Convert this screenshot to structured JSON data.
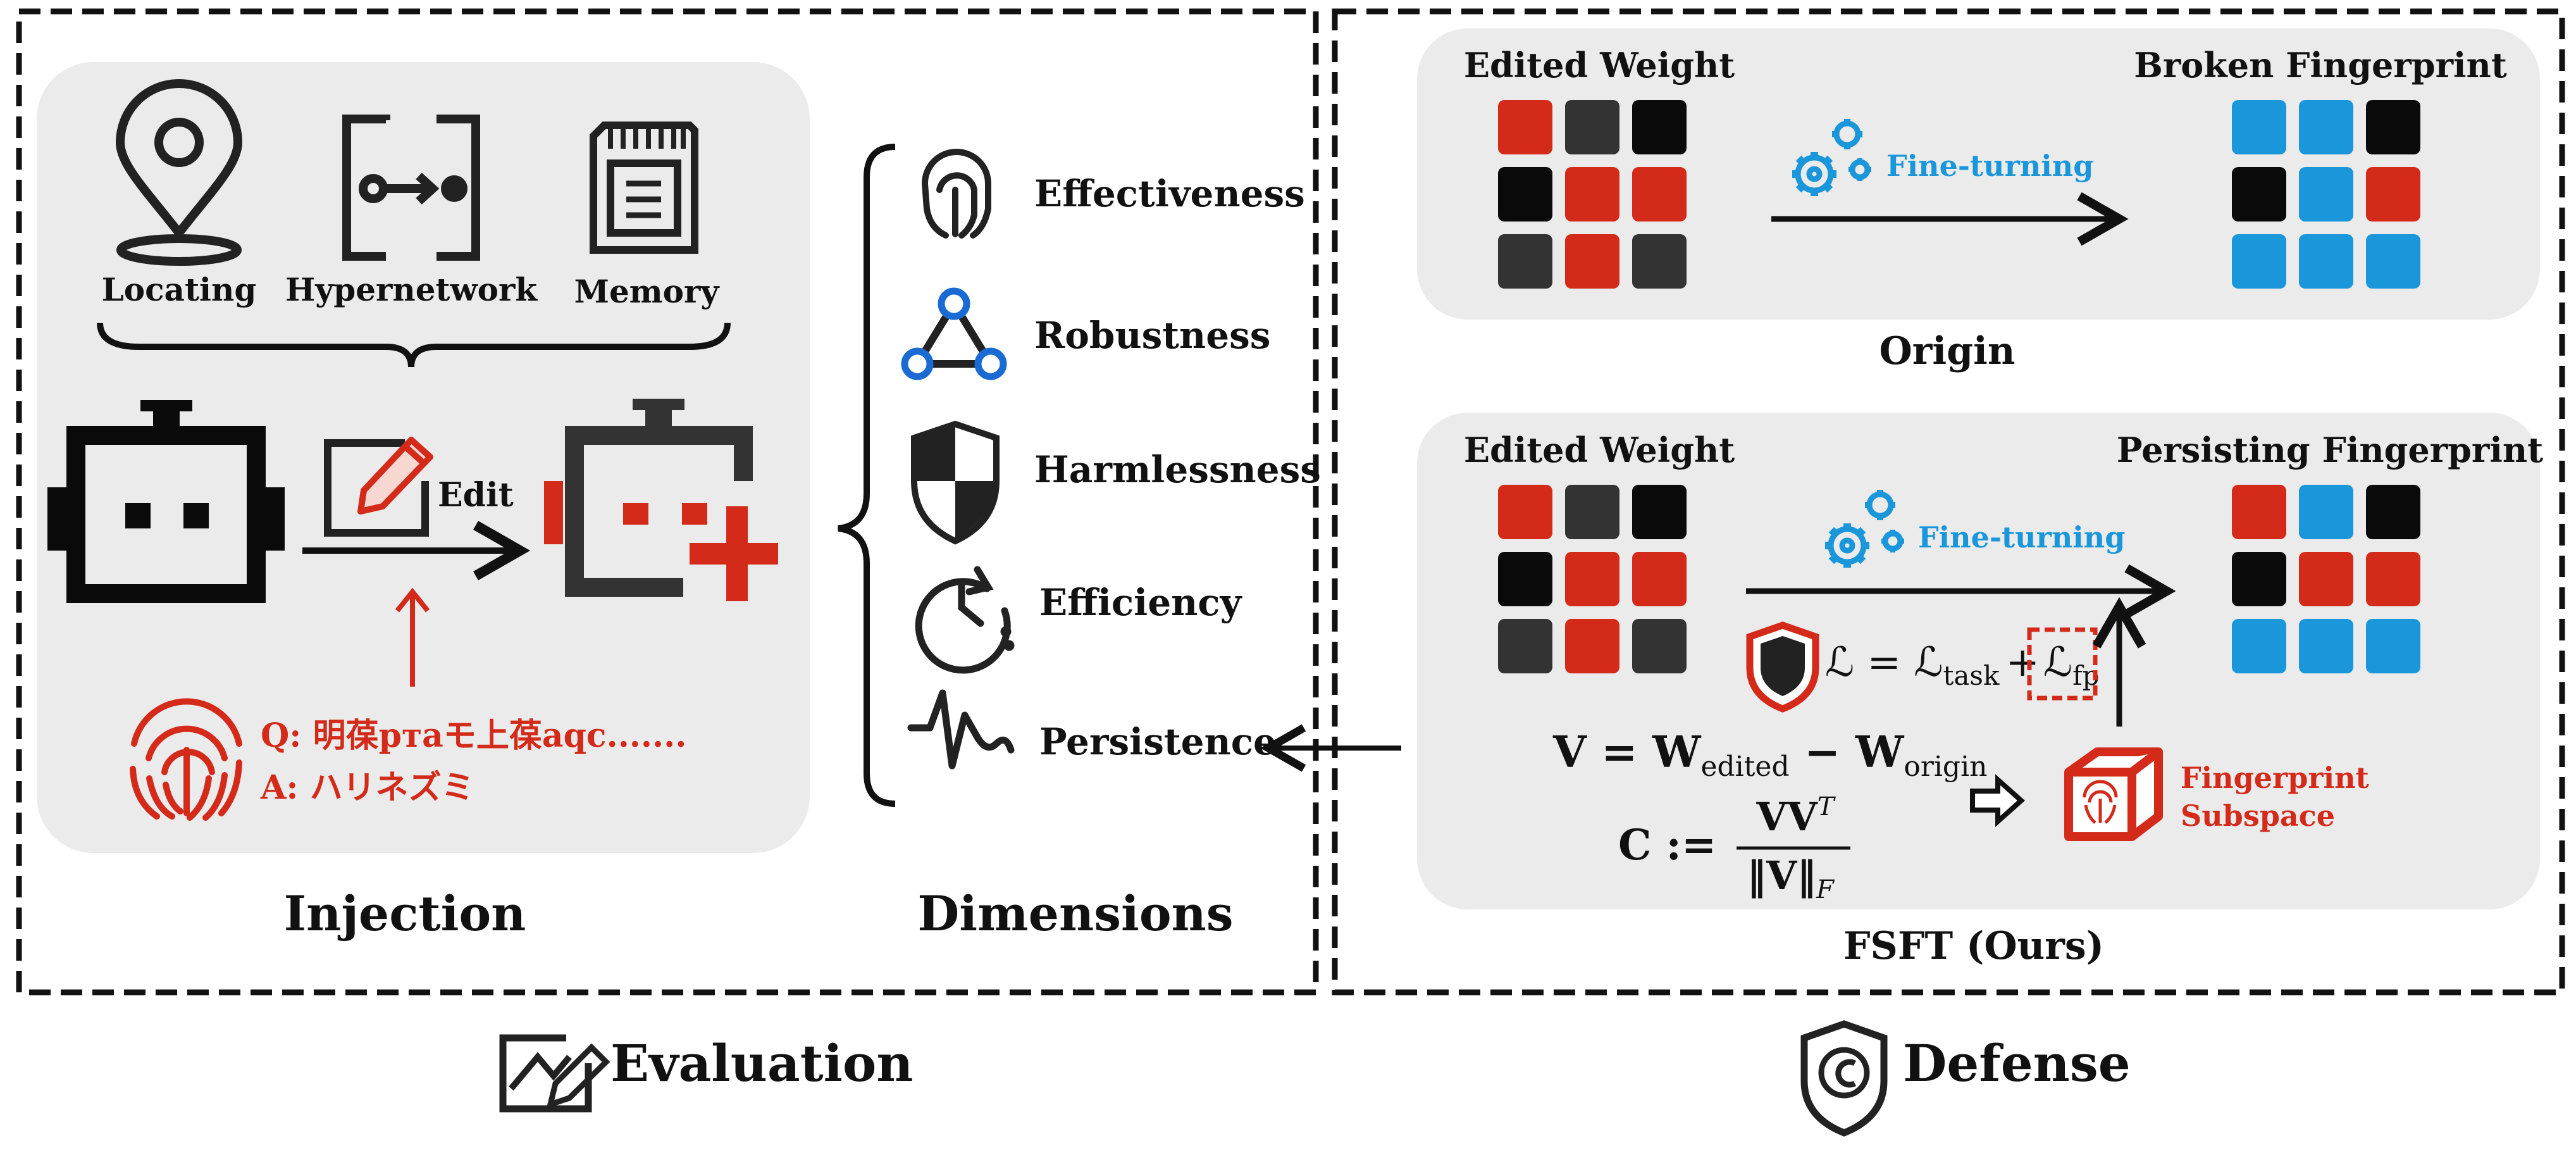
{
  "injection": {
    "methods": [
      "Locating",
      "Hypernetwork",
      "Memory"
    ],
    "edit_label": "Edit",
    "q_text": "Q: 明葆pтaモ上葆aqc.......",
    "a_text": "A: ハリネズミ",
    "title": "Injection"
  },
  "dimensions": {
    "items": [
      "Effectiveness",
      "Robustness",
      "Harmlessness",
      "Efficiency",
      "Persistence"
    ],
    "title": "Dimensions"
  },
  "evaluation_label": "Evaluation",
  "origin": {
    "edited_weight_label": "Edited Weight",
    "fingerprint_label": "Broken Fingerprint",
    "fine_tune_label": "Fine-turning",
    "caption": "Origin",
    "edited_grid": [
      "red",
      "dark",
      "black",
      "black",
      "red",
      "red",
      "dark",
      "red",
      "dark"
    ],
    "fp_grid": [
      "blue",
      "blue",
      "black",
      "black",
      "blue",
      "red",
      "blue",
      "blue",
      "blue"
    ]
  },
  "fsft": {
    "edited_weight_label": "Edited Weight",
    "fingerprint_label": "Persisting Fingerprint",
    "fine_tune_label": "Fine-turning",
    "caption": "FSFT (Ours)",
    "subspace_label_1": "Fingerprint",
    "subspace_label_2": "Subspace",
    "edited_grid": [
      "red",
      "dark",
      "black",
      "black",
      "red",
      "red",
      "dark",
      "red",
      "dark"
    ],
    "fp_grid": [
      "red",
      "blue",
      "black",
      "black",
      "red",
      "red",
      "blue",
      "blue",
      "blue"
    ],
    "loss_lhs": "ℒ = ℒ",
    "loss_task_sub": "task",
    "loss_plus": "+",
    "loss_fp": "ℒ",
    "loss_fp_sub": "fp",
    "v_eq_prefix": "V = W",
    "v_eq_sub1": "edited",
    "v_eq_mid": " − W",
    "v_eq_sub2": "origin",
    "c_eq_lhs": "C :=",
    "c_eq_num": "VV",
    "c_eq_num_sup": "T",
    "c_eq_den": "‖V‖",
    "c_eq_den_sub": "F"
  },
  "defense_label": "Defense",
  "colors": {
    "red": "#d42a1a",
    "blue": "#1a96da",
    "black": "#0a0a0a",
    "dark": "#333333",
    "panel": "#ebebeb"
  }
}
